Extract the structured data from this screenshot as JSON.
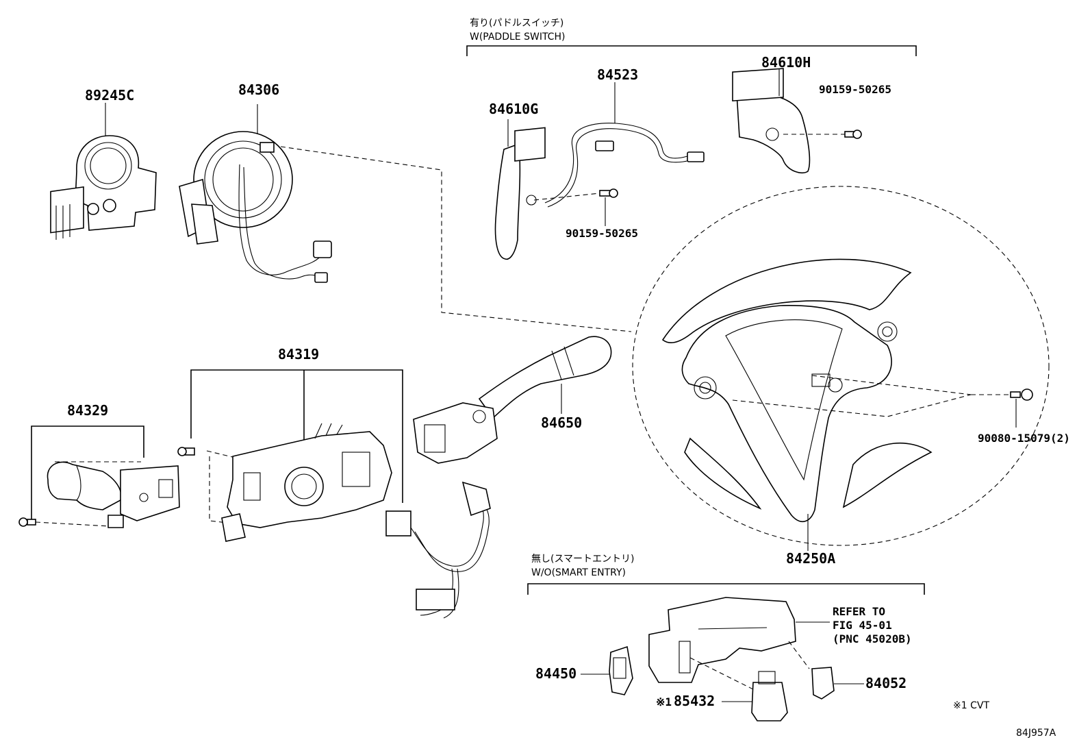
{
  "notes": {
    "paddle_jp": "有り(パドルスイッチ)",
    "paddle_en": "W(PADDLE SWITCH)",
    "smart_jp": "無し(スマートエントリ)",
    "smart_en": "W/O(SMART ENTRY)",
    "refer_line1": "REFER TO",
    "refer_line2": "FIG 45-01",
    "refer_line3": "(PNC 45020B)",
    "cvt_note": "※1 CVT",
    "diagram_id": "84J957A",
    "mark_85432": "※1"
  },
  "parts": [
    {
      "id": "89245C",
      "text": "89245C"
    },
    {
      "id": "84306",
      "text": "84306"
    },
    {
      "id": "84523",
      "text": "84523"
    },
    {
      "id": "84610H",
      "text": "84610H"
    },
    {
      "id": "84610G",
      "text": "84610G"
    },
    {
      "id": "90159-50265-a",
      "text": "90159-50265"
    },
    {
      "id": "90159-50265-b",
      "text": "90159-50265"
    },
    {
      "id": "84319",
      "text": "84319"
    },
    {
      "id": "84329",
      "text": "84329"
    },
    {
      "id": "84650",
      "text": "84650"
    },
    {
      "id": "90080-15079",
      "text": "90080-15079(2)"
    },
    {
      "id": "84250A",
      "text": "84250A"
    },
    {
      "id": "84450",
      "text": "84450"
    },
    {
      "id": "85432",
      "text": "85432"
    },
    {
      "id": "84052",
      "text": "84052"
    }
  ]
}
